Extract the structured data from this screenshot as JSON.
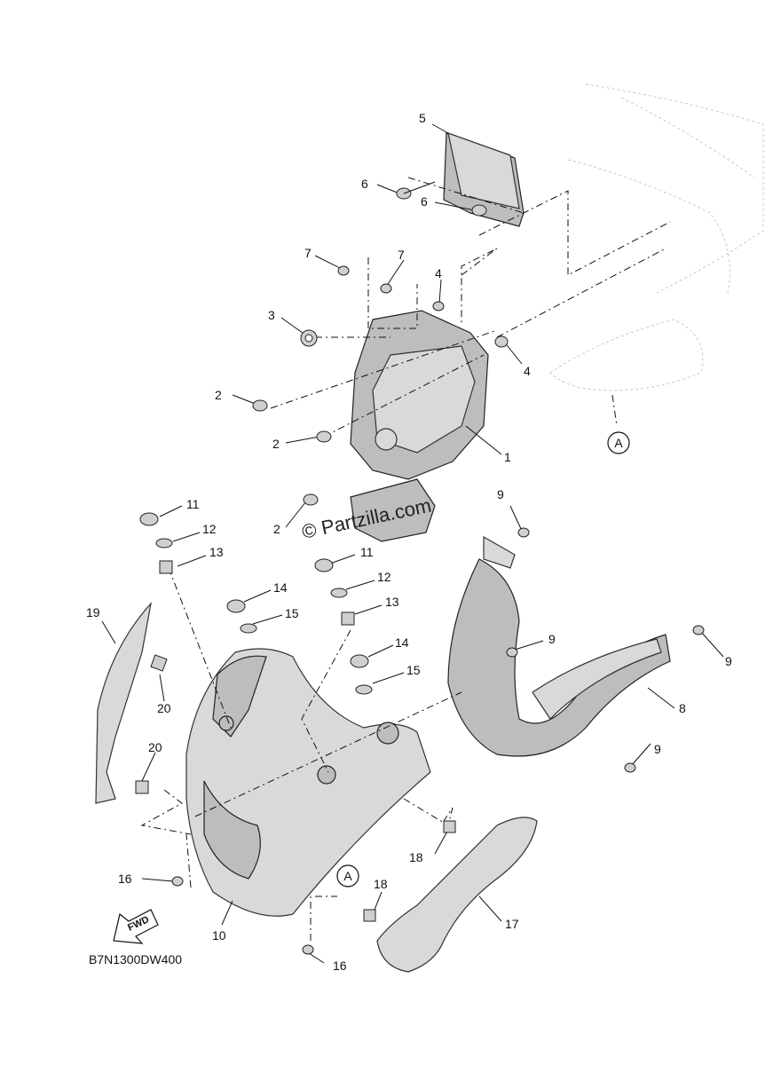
{
  "diagram_code": "B7N1300DW400",
  "watermark": "© Partzilla.com",
  "fwd_label": "FWD",
  "ref_marker": "A",
  "callouts": {
    "c1": "1",
    "c2a": "2",
    "c2b": "2",
    "c2c": "2",
    "c3": "3",
    "c4a": "4",
    "c4b": "4",
    "c5": "5",
    "c6a": "6",
    "c6b": "6",
    "c7a": "7",
    "c7b": "7",
    "c8": "8",
    "c9a": "9",
    "c9b": "9",
    "c9c": "9",
    "c9d": "9",
    "c10": "10",
    "c11a": "11",
    "c11b": "11",
    "c12a": "12",
    "c12b": "12",
    "c13a": "13",
    "c13b": "13",
    "c14a": "14",
    "c14b": "14",
    "c15a": "15",
    "c15b": "15",
    "c16a": "16",
    "c16b": "16",
    "c17": "17",
    "c18a": "18",
    "c18b": "18",
    "c19": "19",
    "c20a": "20",
    "c20b": "20"
  }
}
